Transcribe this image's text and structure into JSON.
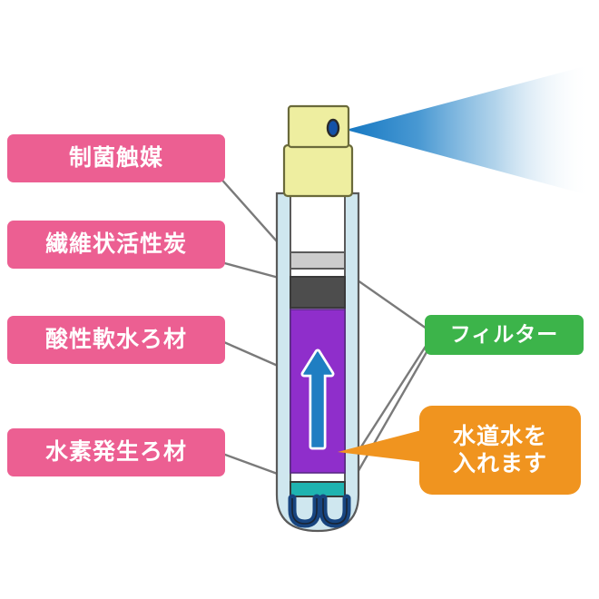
{
  "diagram": {
    "title": "spray-bottle-filter-layers",
    "colors": {
      "pink": "#ec5f92",
      "green": "#3cb44a",
      "orange": "#f0941f",
      "purple": "#8f2ecb",
      "teal": "#1fb3b0",
      "dark_gray_layer": "#4d4d4d",
      "light_gray_layer": "#cccccc",
      "bottle_wall": "#cfe7ef",
      "cap_yellow": "#eeeea0",
      "spray_blue": "#1a7fc4",
      "arrow_blue": "#1f7ec2",
      "tube_blue": "#17447f",
      "leader_line": "#7a7a7a",
      "outline": "#3a3a3a"
    },
    "labels": {
      "left": [
        {
          "name": "antibacterial-catalyst",
          "text": "制菌触媒"
        },
        {
          "name": "fibrous-activated-carbon",
          "text": "繊維状活性炭"
        },
        {
          "name": "acidic-soft-water-filter-media",
          "text": "酸性軟水ろ材"
        },
        {
          "name": "hydrogen-generating-filter-media",
          "text": "水素発生ろ材"
        }
      ],
      "right": {
        "filter": "フィルター",
        "tap_water_line1": "水道水を",
        "tap_water_line2": "入れます"
      }
    },
    "bottle": {
      "parts": [
        "spray-nozzle-head",
        "spray-collar",
        "bottle-body",
        "light-gray-layer",
        "dark-gray-layer",
        "purple-layer",
        "teal-layer",
        "intake-tubes",
        "flow-arrow"
      ]
    }
  }
}
